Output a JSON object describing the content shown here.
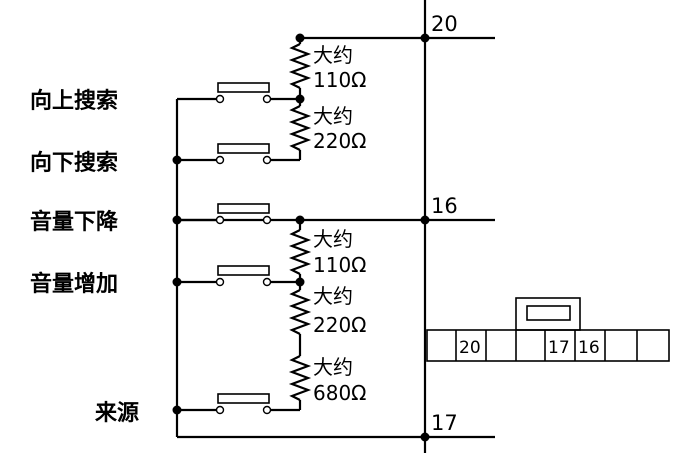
{
  "switches": [
    {
      "id": "seek-up",
      "label": "向上搜索"
    },
    {
      "id": "seek-down",
      "label": "向下搜索"
    },
    {
      "id": "volume-down",
      "label": "音量下降"
    },
    {
      "id": "volume-up",
      "label": "音量增加"
    },
    {
      "id": "source",
      "label": "来源"
    }
  ],
  "resistors": [
    {
      "approx": "大约",
      "value": "110Ω"
    },
    {
      "approx": "大约",
      "value": "220Ω"
    },
    {
      "approx": "大约",
      "value": "110Ω"
    },
    {
      "approx": "大约",
      "value": "220Ω"
    },
    {
      "approx": "大约",
      "value": "680Ω"
    }
  ],
  "pins": {
    "top": "20",
    "middle": "16",
    "bottom": "17"
  },
  "connector": {
    "cells": [
      "",
      "20",
      "",
      "",
      "17",
      "16",
      "",
      ""
    ]
  }
}
